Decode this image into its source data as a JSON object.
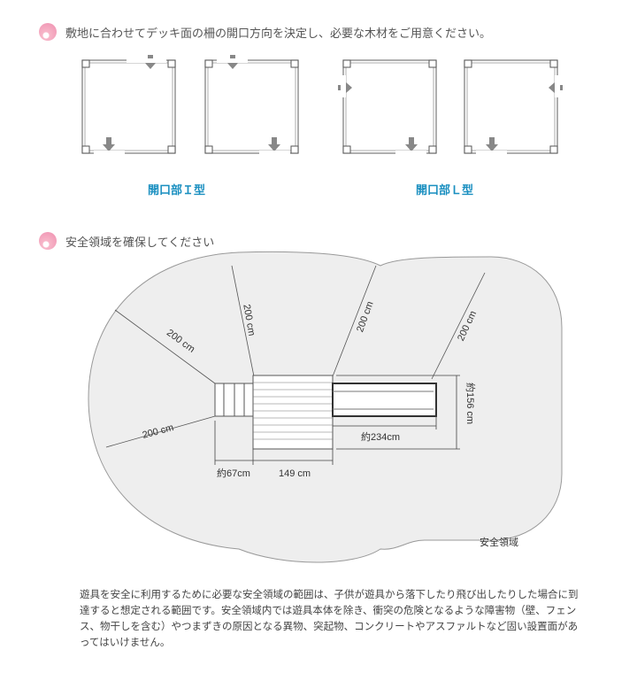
{
  "section1": {
    "title": "敷地に合わせてデッキ面の柵の開口方向を決定し、必要な木材をご用意ください。",
    "type_i": "開口部Ｉ型",
    "type_l": "開口部Ｌ型"
  },
  "section2": {
    "title": "安全領域を確保してください",
    "radius_labels": [
      "200 cm",
      "200 cm",
      "200 cm",
      "200 cm",
      "200 cm"
    ],
    "dim_ladder": "約67cm",
    "dim_deck": "149 cm",
    "dim_slide": "約234cm",
    "dim_width": "約156 cm",
    "area_label": "安全領域"
  },
  "description": "遊具を安全に利用するために必要な安全領域の範囲は、子供が遊具から落下したり飛び出したりした場合に到達すると想定される範囲です。安全領域内では遊具本体を除き、衝突の危険となるような障害物（壁、フェンス、物干しを含む）やつまずきの原因となる異物、突起物、コンクリートやアスファルトなど固い設置面があってはいけません。"
}
